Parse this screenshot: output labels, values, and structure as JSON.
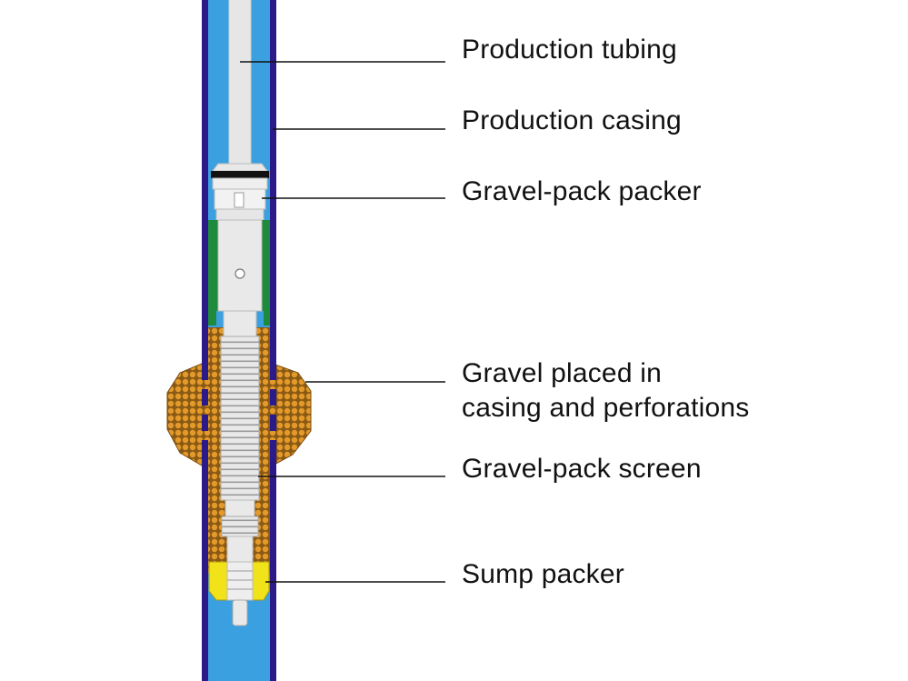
{
  "labels": {
    "production_tubing": "Production tubing",
    "production_casing": "Production casing",
    "gravel_pack_packer": "Gravel-pack packer",
    "gravel_placed_line1": "Gravel placed in",
    "gravel_placed_line2": "casing and perforations",
    "gravel_pack_screen": "Gravel-pack screen",
    "sump_packer": "Sump packer"
  },
  "colors": {
    "casing_wall": "#2a1a8a",
    "annulus": "#3aa0e0",
    "tubing": "#e6e6e6",
    "packer_body": "#1e8a3c",
    "gravel": "#d88a1e",
    "gravel_bg": "#8a5a14",
    "sump_packer": "#f2e21a",
    "leader_line": "#111111"
  }
}
